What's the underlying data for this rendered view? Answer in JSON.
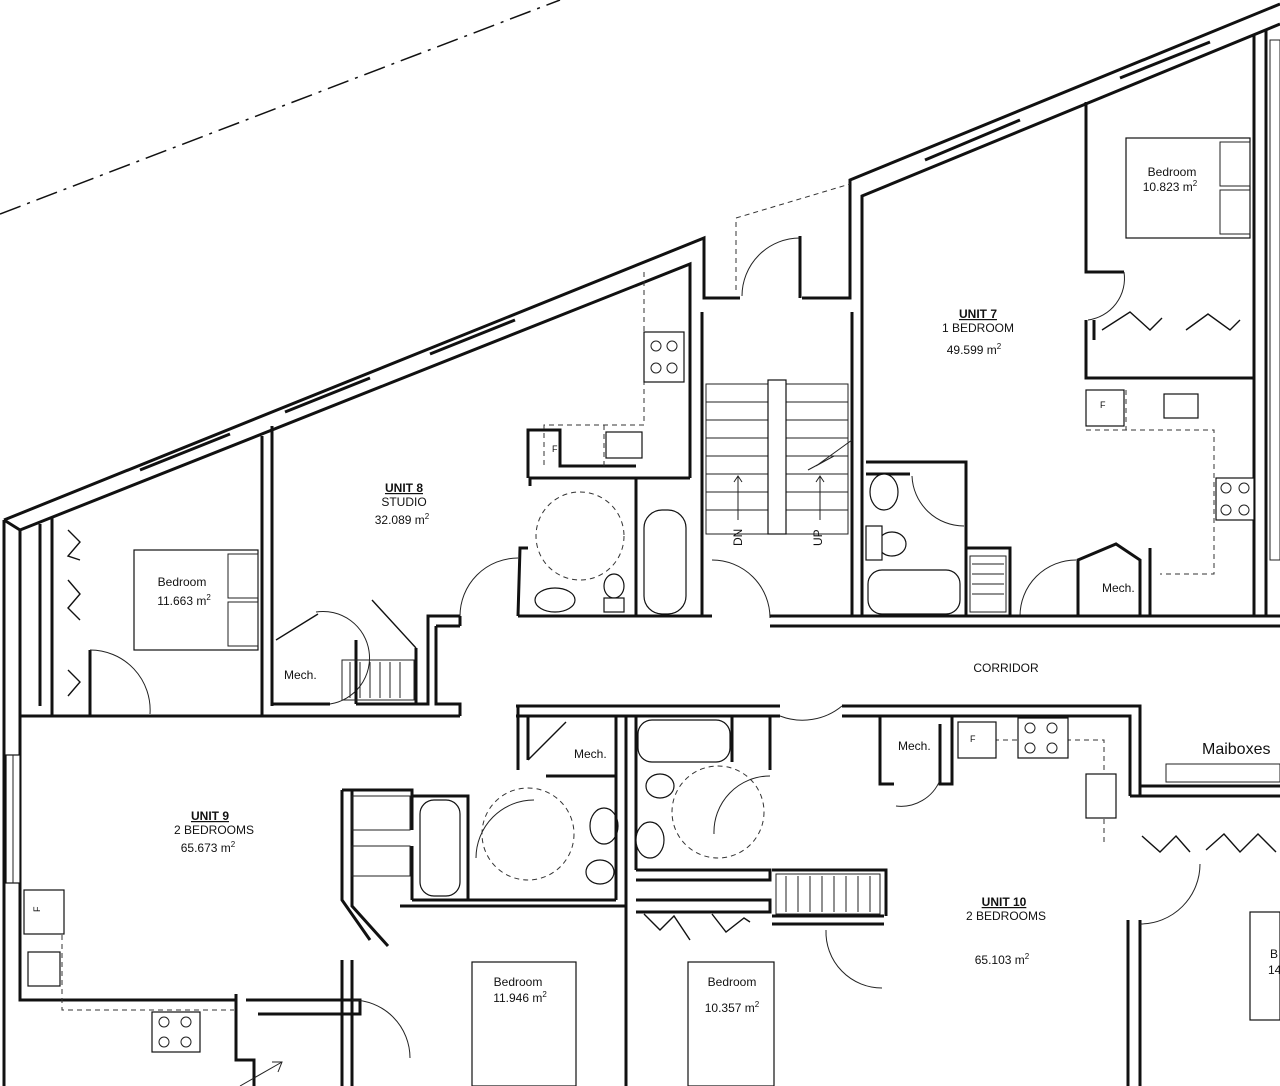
{
  "labels": {
    "unit7": {
      "name": "UNIT 7",
      "type": "1 BEDROOM",
      "area": "49.599 m",
      "sup": "2"
    },
    "unit8": {
      "name": "UNIT 8",
      "type": "STUDIO",
      "area": "32.089 m",
      "sup": "2"
    },
    "unit9": {
      "name": "UNIT 9",
      "type": "2 BEDROOMS",
      "area": "65.673 m",
      "sup": "2"
    },
    "unit10": {
      "name": "UNIT 10",
      "type": "2 BEDROOMS",
      "area": "65.103 m",
      "sup": "2"
    },
    "bedroom_u7": {
      "name": "Bedroom",
      "area": "10.823 m",
      "sup": "2"
    },
    "bedroom_u9a": {
      "name": "Bedroom",
      "area": "11.663 m",
      "sup": "2"
    },
    "bedroom_u9b": {
      "name": "Bedroom",
      "area": "11.946 m",
      "sup": "2"
    },
    "bedroom_u10a": {
      "name": "Bedroom",
      "area": "10.357 m",
      "sup": "2"
    },
    "bedroom_u10b_partial": {
      "name": "B",
      "area": "14"
    },
    "corridor": "CORRIDOR",
    "mailboxes": "Maiboxes",
    "mech": "Mech.",
    "stairs_down": "DN",
    "stairs_up": "UP",
    "fridge": "F"
  }
}
